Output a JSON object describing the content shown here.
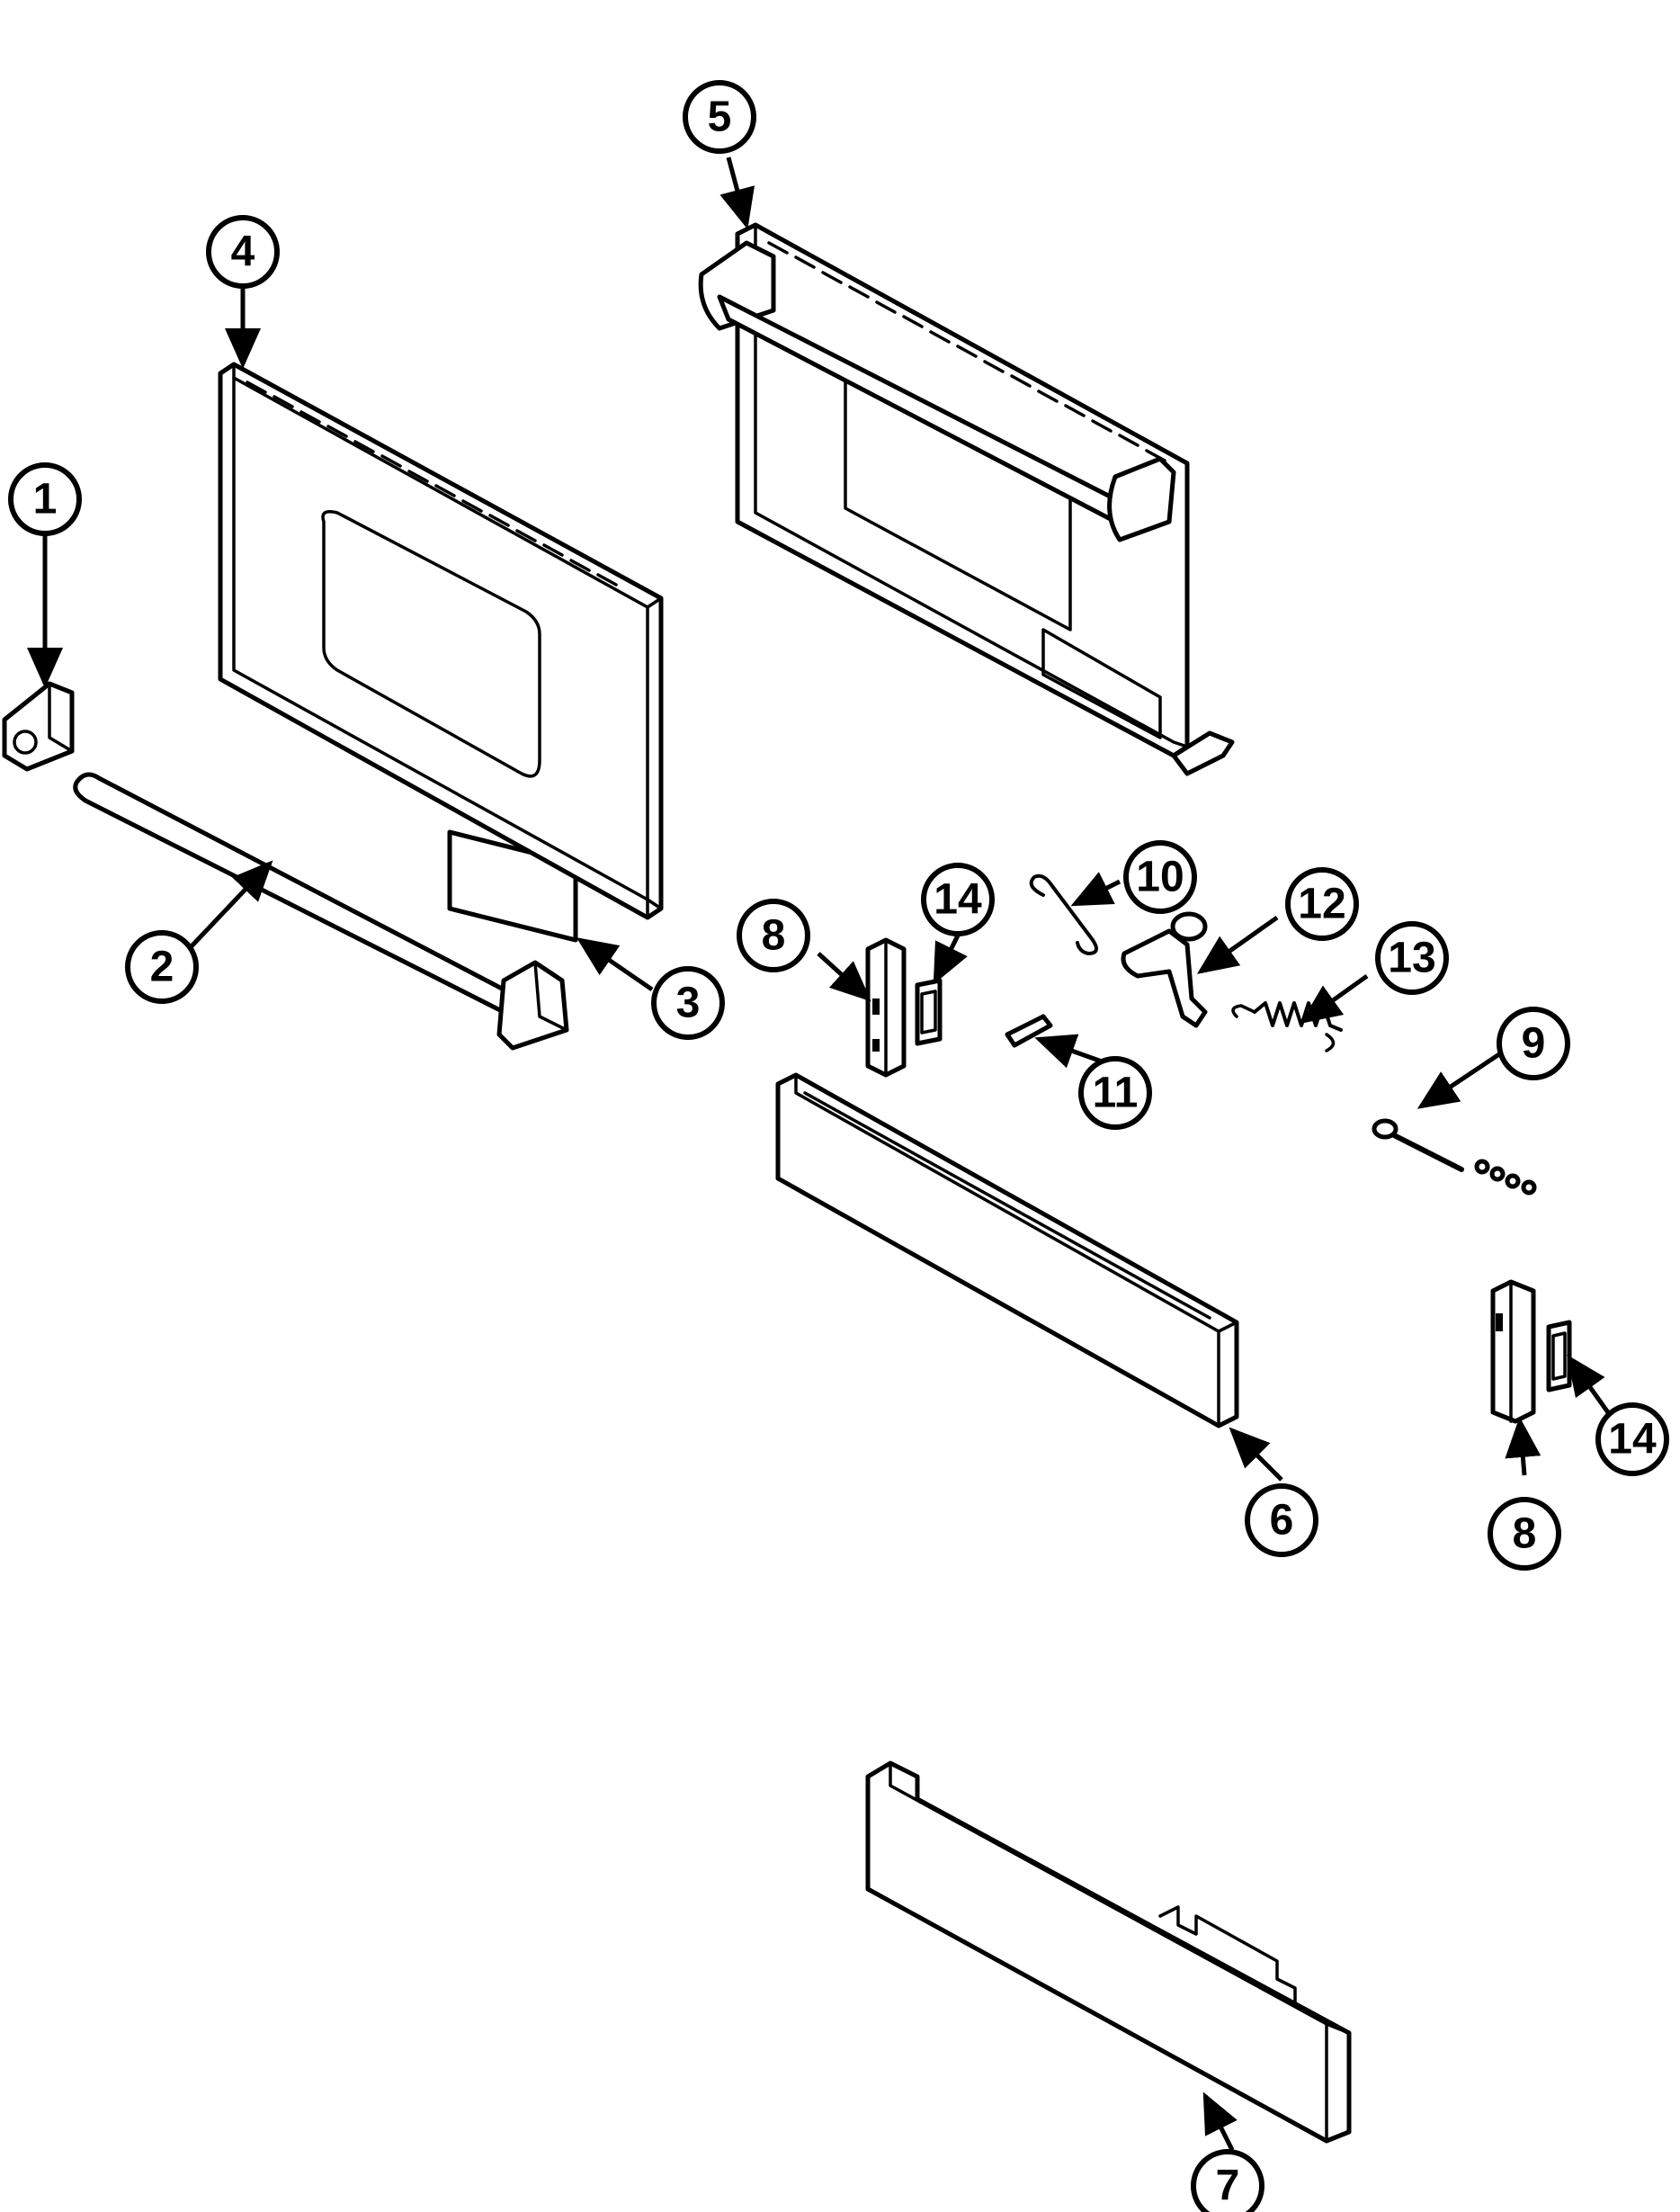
{
  "callouts": [
    {
      "label": "1"
    },
    {
      "label": "2"
    },
    {
      "label": "3"
    },
    {
      "label": "4"
    },
    {
      "label": "5"
    },
    {
      "label": "6"
    },
    {
      "label": "7"
    },
    {
      "label": "8"
    },
    {
      "label": "8"
    },
    {
      "label": "9"
    },
    {
      "label": "10"
    },
    {
      "label": "11"
    },
    {
      "label": "12"
    },
    {
      "label": "13"
    },
    {
      "label": "14"
    },
    {
      "label": "14"
    }
  ]
}
